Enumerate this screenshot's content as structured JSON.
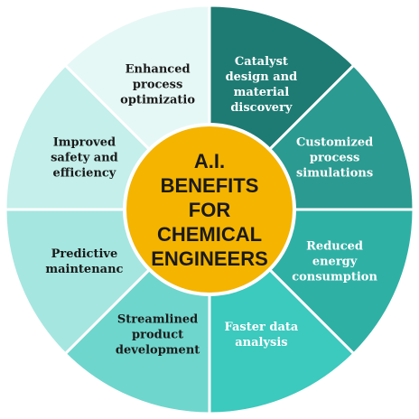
{
  "center": {
    "lines": [
      "A.I.",
      "BENEFITS",
      "FOR",
      "CHEMICAL",
      "ENGINEERS"
    ],
    "color": "#F4B400",
    "text_color": "#1A1A1A"
  },
  "segments": [
    {
      "id": "catalyst",
      "lines": [
        "Catalyst",
        "design and",
        "material",
        "discovery"
      ],
      "color": "#1E7B73",
      "text_color": "#FFFFFF"
    },
    {
      "id": "simulations",
      "lines": [
        "Customized",
        "process",
        "simulations"
      ],
      "color": "#2B9A90",
      "text_color": "#FFFFFF"
    },
    {
      "id": "energy",
      "lines": [
        "Reduced",
        "energy",
        "consumption"
      ],
      "color": "#2FB0A5",
      "text_color": "#FFFFFF"
    },
    {
      "id": "data-analysis",
      "lines": [
        "Faster data",
        "analysis"
      ],
      "color": "#3CC9BE",
      "text_color": "#FFFFFF"
    },
    {
      "id": "product-development",
      "lines": [
        "Streamlined",
        "product",
        "development"
      ],
      "color": "#6FD6CD",
      "text_color": "#1A1A1A"
    },
    {
      "id": "maintenance",
      "lines": [
        "Predictive",
        "maintenanc"
      ],
      "color": "#A6E6E0",
      "text_color": "#1A1A1A"
    },
    {
      "id": "safety",
      "lines": [
        "Improved",
        "safety and",
        "efficiency"
      ],
      "color": "#C4EFEA",
      "text_color": "#1A1A1A"
    },
    {
      "id": "optimization",
      "lines": [
        "Enhanced",
        "process",
        "optimizatio"
      ],
      "color": "#E6F8F5",
      "text_color": "#1A1A1A"
    }
  ]
}
